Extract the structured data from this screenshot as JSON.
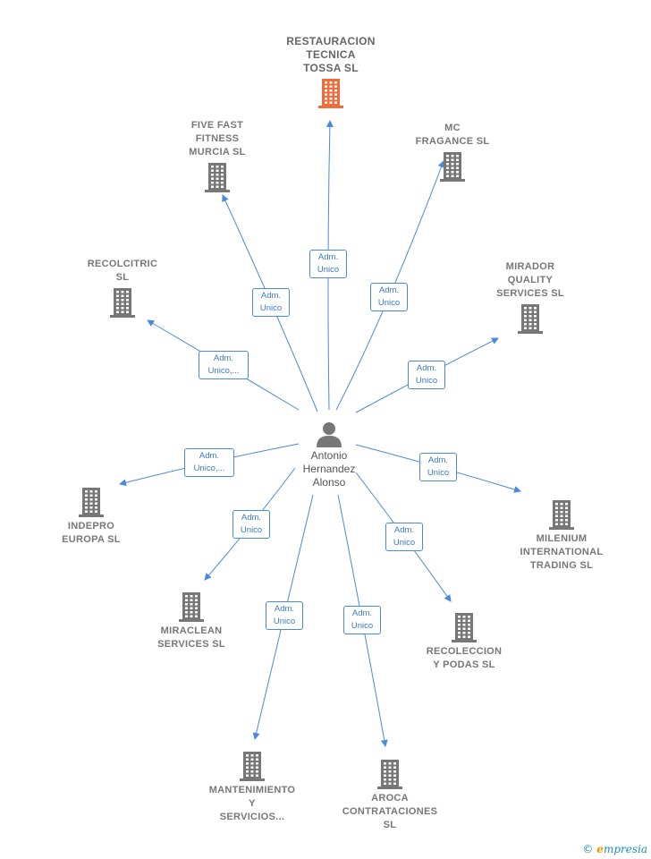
{
  "center": {
    "name": "Antonio\nHernandez\nAlonso",
    "icon": "person-icon"
  },
  "colors": {
    "edge": "#4a89dc",
    "company": "#777777",
    "highlight": "#f26b3a",
    "edge_label_text": "#3a78c8"
  },
  "companies": [
    {
      "id": "restauracion",
      "name": "RESTAURACION\nTECNICA\nTOSSA  SL",
      "highlight": true,
      "icon": "building-icon",
      "relation": "Adm.\nUnico"
    },
    {
      "id": "five-fast",
      "name": "FIVE FAST\nFITNESS\nMURCIA  SL",
      "icon": "building-icon",
      "relation": "Adm.\nUnico"
    },
    {
      "id": "mc-fragance",
      "name": "MC\nFRAGANCE SL",
      "icon": "building-icon",
      "relation": "Adm.\nUnico"
    },
    {
      "id": "recolcitric",
      "name": "RECOLCITRIC\nSL",
      "icon": "building-icon",
      "relation": "Adm.\nUnico,..."
    },
    {
      "id": "mirador",
      "name": "MIRADOR\nQUALITY\nSERVICES  SL",
      "icon": "building-icon",
      "relation": "Adm.\nUnico"
    },
    {
      "id": "indepro",
      "name": "INDEPRO\nEUROPA  SL",
      "icon": "building-icon",
      "relation": "Adm.\nUnico,..."
    },
    {
      "id": "milenium",
      "name": "MILENIUM\nINTERNATIONAL\nTRADING  SL",
      "icon": "building-icon",
      "relation": "Adm.\nUnico"
    },
    {
      "id": "miraclean",
      "name": "MIRACLEAN\nSERVICES  SL",
      "icon": "building-icon",
      "relation": "Adm.\nUnico"
    },
    {
      "id": "recoleccion",
      "name": "RECOLECCION\nY PODAS  SL",
      "icon": "building-icon",
      "relation": "Adm.\nUnico"
    },
    {
      "id": "mantenimiento",
      "name": "MANTENIMIENTO\nY\nSERVICIOS...",
      "icon": "building-icon",
      "relation": "Adm.\nUnico"
    },
    {
      "id": "aroca",
      "name": "AROCA\nCONTRATACIONES\nSL",
      "icon": "building-icon",
      "relation": "Adm.\nUnico"
    }
  ],
  "brand": {
    "copyright": "©",
    "first_letter": "e",
    "rest": "mpresia"
  }
}
